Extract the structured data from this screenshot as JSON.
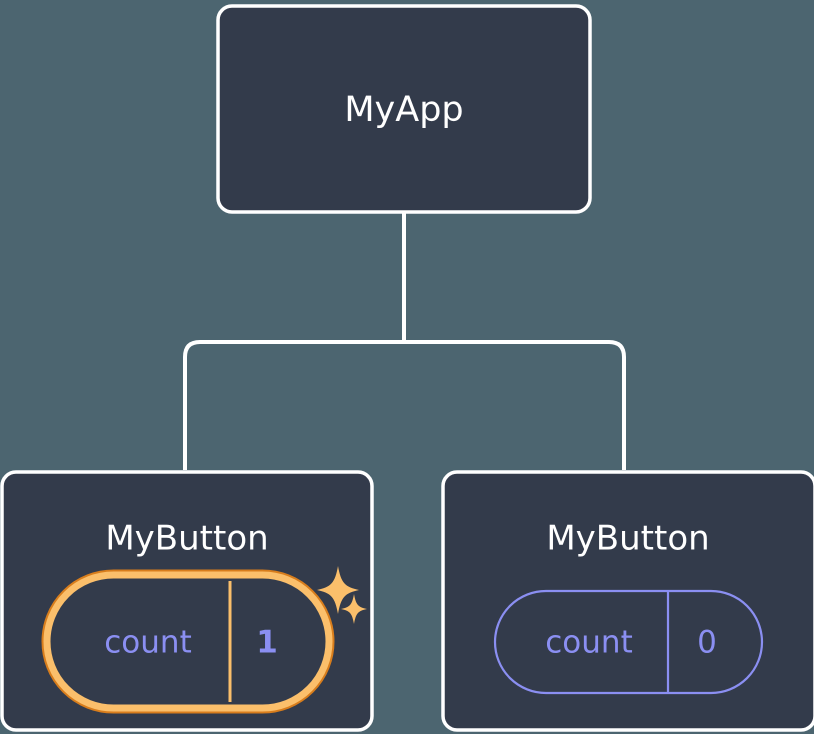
{
  "diagram": {
    "type": "component-tree",
    "title_hidden": true,
    "background_color": "#4c6570",
    "node_fill": "#333b4b",
    "node_border": "#ffffff",
    "connector_color": "#ffffff",
    "accent_highlight_outer": "#d87d1c",
    "accent_highlight_inner": "#fbbf6b",
    "accent_state_blue": "#8b8ff2"
  },
  "nodes": {
    "root": {
      "label": "MyApp"
    },
    "child_left": {
      "label": "MyButton",
      "state": {
        "key": "count",
        "value": "1",
        "highlighted": true,
        "sparkles": 2
      }
    },
    "child_right": {
      "label": "MyButton",
      "state": {
        "key": "count",
        "value": "0",
        "highlighted": false,
        "sparkles": 0
      }
    }
  },
  "edges": [
    {
      "from": "root",
      "to": "child_left"
    },
    {
      "from": "root",
      "to": "child_right"
    }
  ],
  "icons": {
    "sparkle_large": "sparkle-icon",
    "sparkle_small": "sparkle-icon"
  }
}
